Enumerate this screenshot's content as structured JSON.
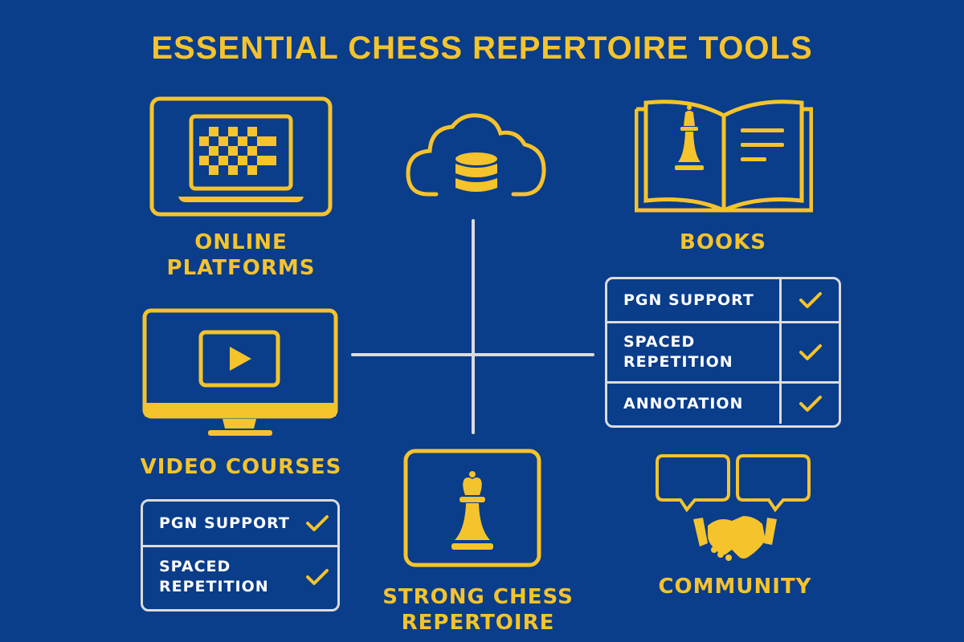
{
  "title": "ESSENTIAL CHESS REPERTOIRE TOOLS",
  "colors": {
    "background": "#0a3d8a",
    "accent": "#f5c32c",
    "lines": "#dcdcdc",
    "table_text": "#ffffff"
  },
  "nodes": {
    "online_platforms": {
      "label_line1": "ONLINE",
      "label_line2": "PLATFORMS",
      "icon": "laptop-chessboard-icon"
    },
    "cloud_database": {
      "icon": "cloud-database-icon"
    },
    "books": {
      "label": "BOOKS",
      "icon": "open-book-king-icon"
    },
    "video_courses": {
      "label": "VIDEO COURSES",
      "icon": "monitor-play-icon"
    },
    "center": {
      "label_line1": "STRONG CHESS",
      "label_line2": "REPERTOIRE",
      "icon": "king-piece-icon"
    },
    "community": {
      "label": "COMMUNITY",
      "icon": "speech-bubbles-handshake-icon"
    }
  },
  "right_table": {
    "rows": [
      {
        "feature": "PGN SUPPORT",
        "status": "check"
      },
      {
        "feature_line1": "SPACED",
        "feature_line2": "REPETITION",
        "status": "check"
      },
      {
        "feature": "ANNOTATION",
        "status": "check"
      }
    ]
  },
  "left_table": {
    "rows": [
      {
        "feature": "PGN SUPPORT",
        "status": "check"
      },
      {
        "feature_line1": "SPACED",
        "feature_line2": "REPETITION",
        "status": "check"
      }
    ]
  }
}
